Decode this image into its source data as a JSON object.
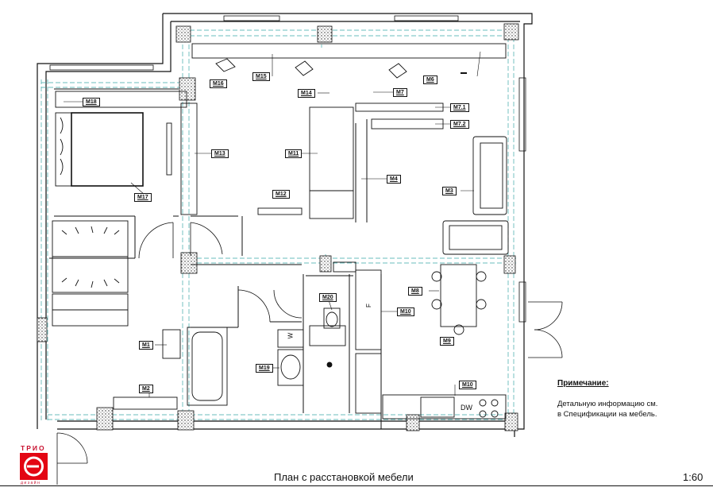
{
  "sheet": {
    "title": "План с расстановкой мебели",
    "scale": "1:60"
  },
  "note": {
    "title": "Примечание:",
    "line1": "Детальную информацию см.",
    "line2": "в Спецификации на мебель."
  },
  "logo": {
    "name": "ТРИО",
    "sub": "дизайн",
    "color": "#e30613"
  },
  "labels": {
    "m1": "M1",
    "m2": "M2",
    "m3": "M3",
    "m4": "M4",
    "m6": "M6",
    "m7": "M7",
    "m7_1": "M7.1",
    "m7_2": "M7.2",
    "m8": "M8",
    "m9": "M9",
    "m10a": "M10",
    "m10b": "M10",
    "m11": "M11",
    "m12": "M12",
    "m13": "M13",
    "m14": "M14",
    "m15": "M15",
    "m16": "M16",
    "m17": "M17",
    "m18": "M18",
    "m19": "M19",
    "m20": "M20",
    "dw": "DW",
    "f": "F",
    "w": "W"
  },
  "colors": {
    "wall": "#111111",
    "axis": "#3aa7a7",
    "column": "#222222"
  }
}
